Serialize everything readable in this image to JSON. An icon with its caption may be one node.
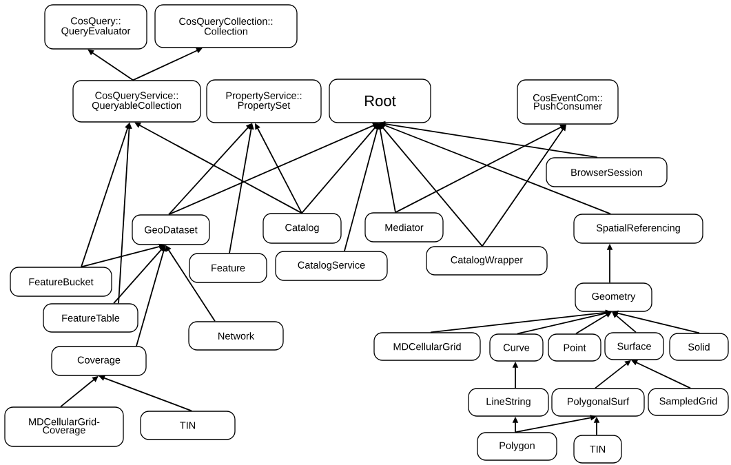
{
  "diagram": {
    "nodes": [
      {
        "text": [
          "CosQuery:: QueryEvaluator"
        ]
      },
      {
        "text": [
          "CosQueryCollection:: Collection"
        ]
      },
      {
        "text": [
          "CosQueryService:: QueryableCollection"
        ]
      },
      {
        "text": [
          "PropertyService:: PropertySet"
        ]
      },
      {
        "text": [
          "Root"
        ]
      },
      {
        "text": [
          "CosEventCom:: PushConsumer"
        ]
      },
      {
        "text": [
          "BrowserSession"
        ]
      },
      {
        "text": [
          "GeoDataset"
        ]
      },
      {
        "text": [
          "Catalog"
        ]
      },
      {
        "text": [
          "Mediator"
        ]
      },
      {
        "text": [
          "SpatialReferencing"
        ]
      },
      {
        "text": [
          "Feature"
        ]
      },
      {
        "text": [
          "CatalogService"
        ]
      },
      {
        "text": [
          "CatalogWrapper"
        ]
      },
      {
        "text": [
          "FeatureBucket"
        ]
      },
      {
        "text": [
          "FeatureTable"
        ]
      },
      {
        "text": [
          "Network"
        ]
      },
      {
        "text": [
          "Coverage"
        ]
      },
      {
        "text": [
          "MDCellularGrid- Coverage"
        ]
      },
      {
        "text": [
          "TIN"
        ]
      },
      {
        "text": [
          "Geometry"
        ]
      },
      {
        "text": [
          "MDCellularGrid"
        ]
      },
      {
        "text": [
          "Curve"
        ]
      },
      {
        "text": [
          "Point"
        ]
      },
      {
        "text": [
          "Surface"
        ]
      },
      {
        "text": [
          "Solid"
        ]
      },
      {
        "text": [
          "LineString"
        ]
      },
      {
        "text": [
          "PolygonalSurf"
        ]
      },
      {
        "text": [
          "SampledGrid"
        ]
      },
      {
        "text": [
          "Polygon"
        ]
      },
      {
        "text": [
          "TIN"
        ]
      }
    ],
    "edges": [
      {
        "from": 2,
        "to": 0,
        "arrow": "to"
      },
      {
        "from": 2,
        "to": 1,
        "arrow": "to"
      },
      {
        "from": 14,
        "to": 2,
        "arrow": "to"
      },
      {
        "from": 15,
        "to": 2,
        "arrow": "to"
      },
      {
        "from": 8,
        "to": 2,
        "arrow": "to"
      },
      {
        "from": 7,
        "to": 3,
        "arrow": "to"
      },
      {
        "from": 11,
        "to": 3,
        "arrow": "to"
      },
      {
        "from": 8,
        "to": 3,
        "arrow": "to"
      },
      {
        "from": 7,
        "to": 4,
        "arrow": "to"
      },
      {
        "from": 8,
        "to": 4,
        "arrow": "to"
      },
      {
        "from": 12,
        "to": 4,
        "arrow": "to"
      },
      {
        "from": 9,
        "to": 4,
        "arrow": "to"
      },
      {
        "from": 13,
        "to": 4,
        "arrow": "to"
      },
      {
        "from": 10,
        "to": 4,
        "arrow": "to"
      },
      {
        "from": 6,
        "to": 4,
        "arrow": "to"
      },
      {
        "from": 9,
        "to": 5,
        "arrow": "to"
      },
      {
        "from": 13,
        "to": 5,
        "arrow": "to"
      },
      {
        "from": 14,
        "to": 7,
        "arrow": "to"
      },
      {
        "from": 15,
        "to": 7,
        "arrow": "to"
      },
      {
        "from": 17,
        "to": 7,
        "arrow": "to"
      },
      {
        "from": 16,
        "to": 7,
        "arrow": "to"
      },
      {
        "from": 18,
        "to": 17,
        "arrow": "to"
      },
      {
        "from": 19,
        "to": 17,
        "arrow": "to"
      },
      {
        "from": 20,
        "to": 10,
        "arrow": "to"
      },
      {
        "from": 21,
        "to": 20,
        "arrow": "to"
      },
      {
        "from": 22,
        "to": 20,
        "arrow": "to"
      },
      {
        "from": 23,
        "to": 20,
        "arrow": "to"
      },
      {
        "from": 24,
        "to": 20,
        "arrow": "to"
      },
      {
        "from": 25,
        "to": 20,
        "arrow": "to"
      },
      {
        "from": 26,
        "to": 22,
        "arrow": "to"
      },
      {
        "from": 27,
        "to": 24,
        "arrow": "to"
      },
      {
        "from": 28,
        "to": 24,
        "arrow": "to"
      },
      {
        "from": 29,
        "to": 26,
        "arrow": "to"
      },
      {
        "from": 29,
        "to": 27,
        "arrow": "to"
      },
      {
        "from": 30,
        "to": 27,
        "arrow": "to"
      }
    ]
  }
}
